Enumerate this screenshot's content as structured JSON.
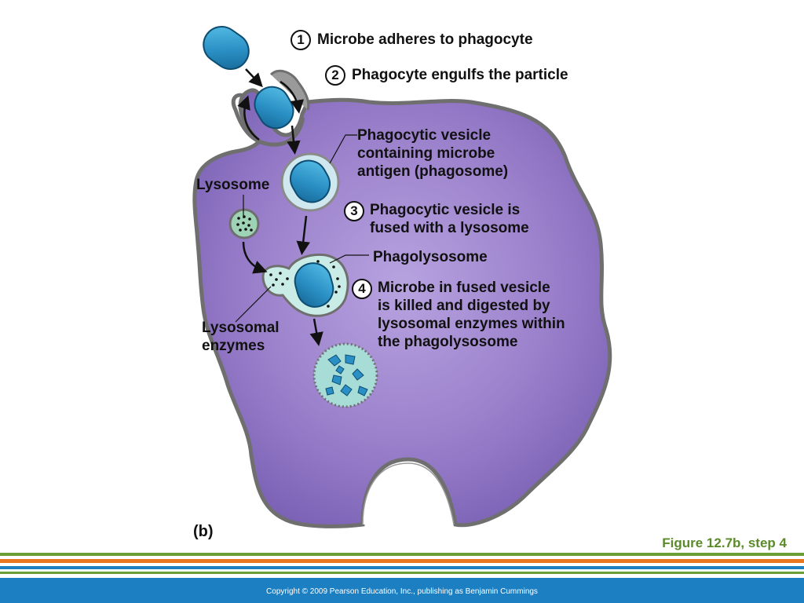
{
  "steps": [
    {
      "number": "1",
      "text": "Microbe adheres to phagocyte"
    },
    {
      "number": "2",
      "text": "Phagocyte engulfs the particle"
    },
    {
      "number": "3",
      "lines": [
        "Phagocytic vesicle is",
        "fused with a lysosome"
      ]
    },
    {
      "number": "4",
      "lines": [
        "Microbe in fused vesicle",
        "is killed and digested by",
        "lysosomal enzymes within",
        "the phagolysosome"
      ]
    }
  ],
  "labels": {
    "phagosome": [
      "Phagocytic vesicle",
      "containing microbe",
      "antigen (phagosome)"
    ],
    "lysosome": "Lysosome",
    "phagolysosome": "Phagolysosome",
    "lysosomal_enzymes": [
      "Lysosomal",
      "enzymes"
    ]
  },
  "part_label": "(b)",
  "figure_caption": "Figure 12.7b, step 4",
  "copyright": "Copyright © 2009 Pearson Education, Inc., publishing as Benjamin Cummings",
  "colors": {
    "cell_fill": "#9d85cc",
    "microbe": "#2a8fc4",
    "lysosome": "#9fd3b5",
    "caption": "#5a8a2a",
    "footer": "#1c7fc2",
    "stripe_green": "#6a9f35",
    "stripe_orange": "#e87722"
  }
}
